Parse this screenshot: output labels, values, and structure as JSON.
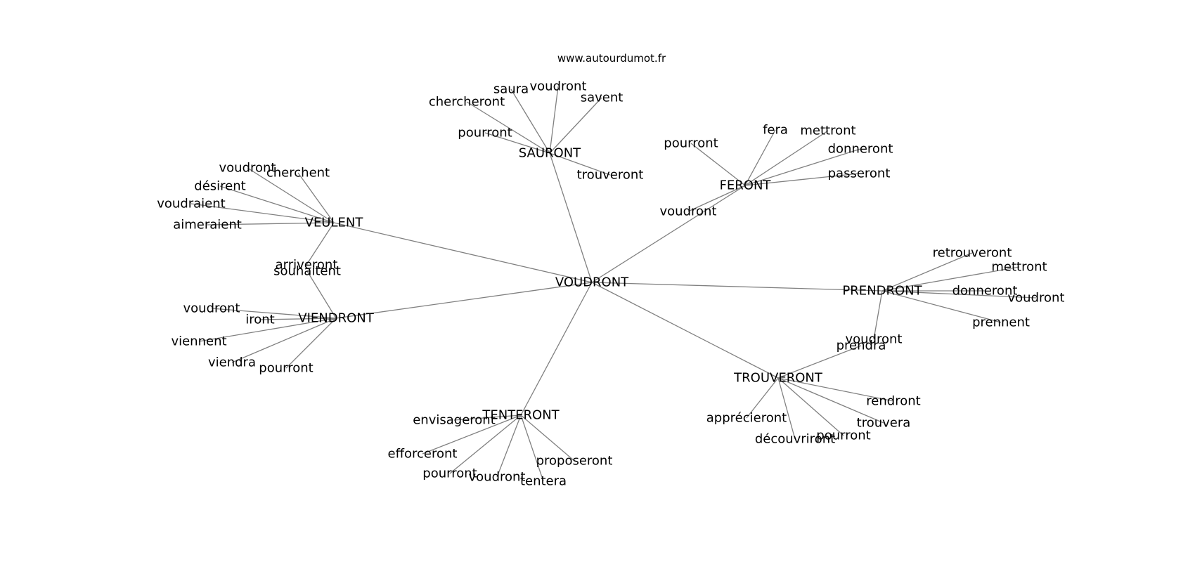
{
  "source": "www.autourdumot.fr",
  "graph": {
    "center": "VOUDRONT",
    "hubs": [
      {
        "id": "SAURONT",
        "label": "SAURONT",
        "words": [
          "chercheront",
          "saura",
          "voudront",
          "savent",
          "pourront",
          "trouveront"
        ]
      },
      {
        "id": "FERONT",
        "label": "FERONT",
        "words": [
          "pourront",
          "fera",
          "mettront",
          "donneront",
          "passeront",
          "voudront"
        ]
      },
      {
        "id": "VEULENT",
        "label": "VEULENT",
        "words": [
          "voudront",
          "cherchent",
          "désirent",
          "voudraient",
          "aimeraient",
          "arriveront"
        ]
      },
      {
        "id": "VIENDRONT",
        "label": "VIENDRONT",
        "words": [
          "souhaitent",
          "voudront",
          "iront",
          "viennent",
          "viendra",
          "pourront"
        ]
      },
      {
        "id": "PRENDRONT",
        "label": "PRENDRONT",
        "words": [
          "retrouveront",
          "mettront",
          "donneront",
          "voudront",
          "prennent",
          "voudront"
        ]
      },
      {
        "id": "TROUVERONT",
        "label": "TROUVERONT",
        "words": [
          "prendra",
          "rendront",
          "trouvera",
          "pourront",
          "découvriront",
          "apprécieront"
        ]
      },
      {
        "id": "TENTERONT",
        "label": "TENTERONT",
        "words": [
          "envisageront",
          "efforceront",
          "pourront",
          "voudront",
          "tentera",
          "proposeront"
        ]
      }
    ]
  }
}
